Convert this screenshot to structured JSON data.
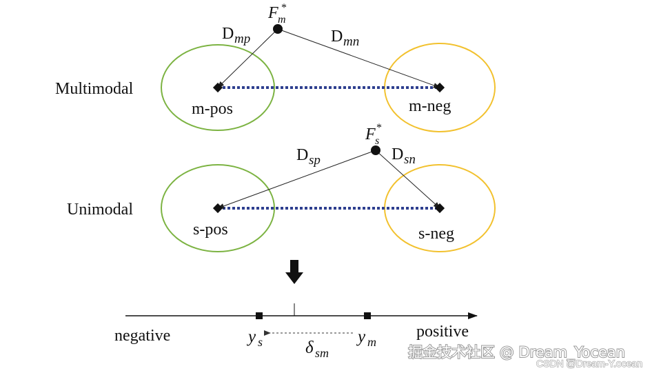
{
  "rows": {
    "multimodal": {
      "row_label": "Multimodal",
      "pos_label": "m-pos",
      "neg_label": "m-neg",
      "feature_base": "F",
      "feature_sub": "m",
      "feature_sup": "*",
      "d_pos_base": "D",
      "d_pos_sub": "mp",
      "d_neg_base": "D",
      "d_neg_sub": "mn"
    },
    "unimodal": {
      "row_label": "Unimodal",
      "pos_label": "s-pos",
      "neg_label": "s-neg",
      "feature_base": "F",
      "feature_sub": "s",
      "feature_sup": "*",
      "d_pos_base": "D",
      "d_pos_sub": "sp",
      "d_neg_base": "D",
      "d_neg_sub": "sn"
    }
  },
  "axis": {
    "negative_label": "negative",
    "positive_label": "positive",
    "ys_base": "y",
    "ys_sub": "s",
    "ym_base": "y",
    "ym_sub": "m",
    "delta_base": "δ",
    "delta_sub": "sm"
  },
  "watermark": {
    "main": "掘金技术社区 @ Dream_Yocean",
    "sub": "CSDN @Dream-Y.ocean"
  },
  "colors": {
    "positive_circle": "#7cb342",
    "negative_circle": "#f2c12e",
    "dotted_line": "#2e3f8f",
    "ink": "#111111"
  }
}
